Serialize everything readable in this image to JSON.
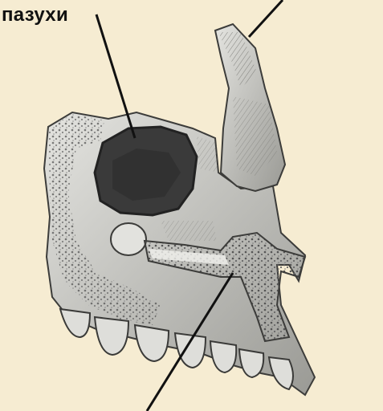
{
  "labels": {
    "sinus_label": "пазухи"
  },
  "colors": {
    "background": "#f6ecd2",
    "bone_fill": "#d9d9d6",
    "bone_shadow": "#8a8a86",
    "sinus_cavity": "#3a3a3a",
    "pointer_line": "#111111"
  },
  "pointers": [
    {
      "name": "pointer-to-sinus",
      "target": "sinus-opening"
    },
    {
      "name": "pointer-to-frontal-process",
      "target": "frontal-process"
    },
    {
      "name": "pointer-to-palatine-process",
      "target": "palatine-process"
    }
  ]
}
